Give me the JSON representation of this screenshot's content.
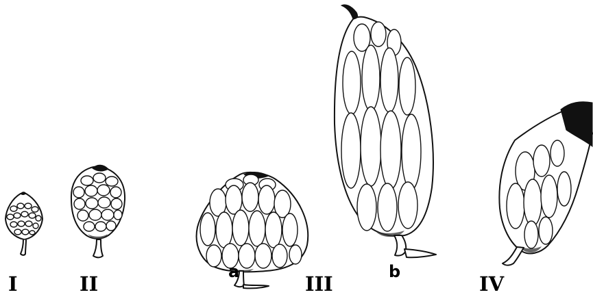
{
  "labels": {
    "stage_1": "I",
    "stage_2": "II",
    "stage_3": "III",
    "stage_4": "IV",
    "sub_a": "a",
    "sub_b": "b"
  }
}
